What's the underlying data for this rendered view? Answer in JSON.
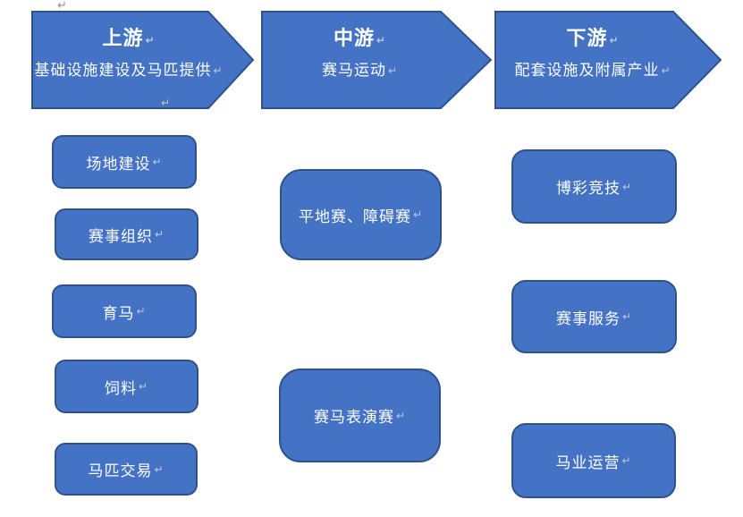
{
  "colors": {
    "page_bg": "#ffffff",
    "shape_fill": "#4472c4",
    "shape_border": "#2f528f",
    "shape_text": "#ffffff"
  },
  "marks": {
    "return_mark": "↵"
  },
  "stages": [
    {
      "title": "上游",
      "subtitle": "基础设施建设及马匹提供"
    },
    {
      "title": "中游",
      "subtitle": "赛马运动"
    },
    {
      "title": "下游",
      "subtitle": "配套设施及附属产业"
    }
  ],
  "columns": {
    "upstream_items": [
      "场地建设",
      "赛事组织",
      "育马",
      "饲料",
      "马匹交易"
    ],
    "midstream_items": [
      "平地赛、障碍赛",
      "赛马表演赛"
    ],
    "downstream_items": [
      "博彩竞技",
      "赛事服务",
      "马业运营"
    ]
  }
}
